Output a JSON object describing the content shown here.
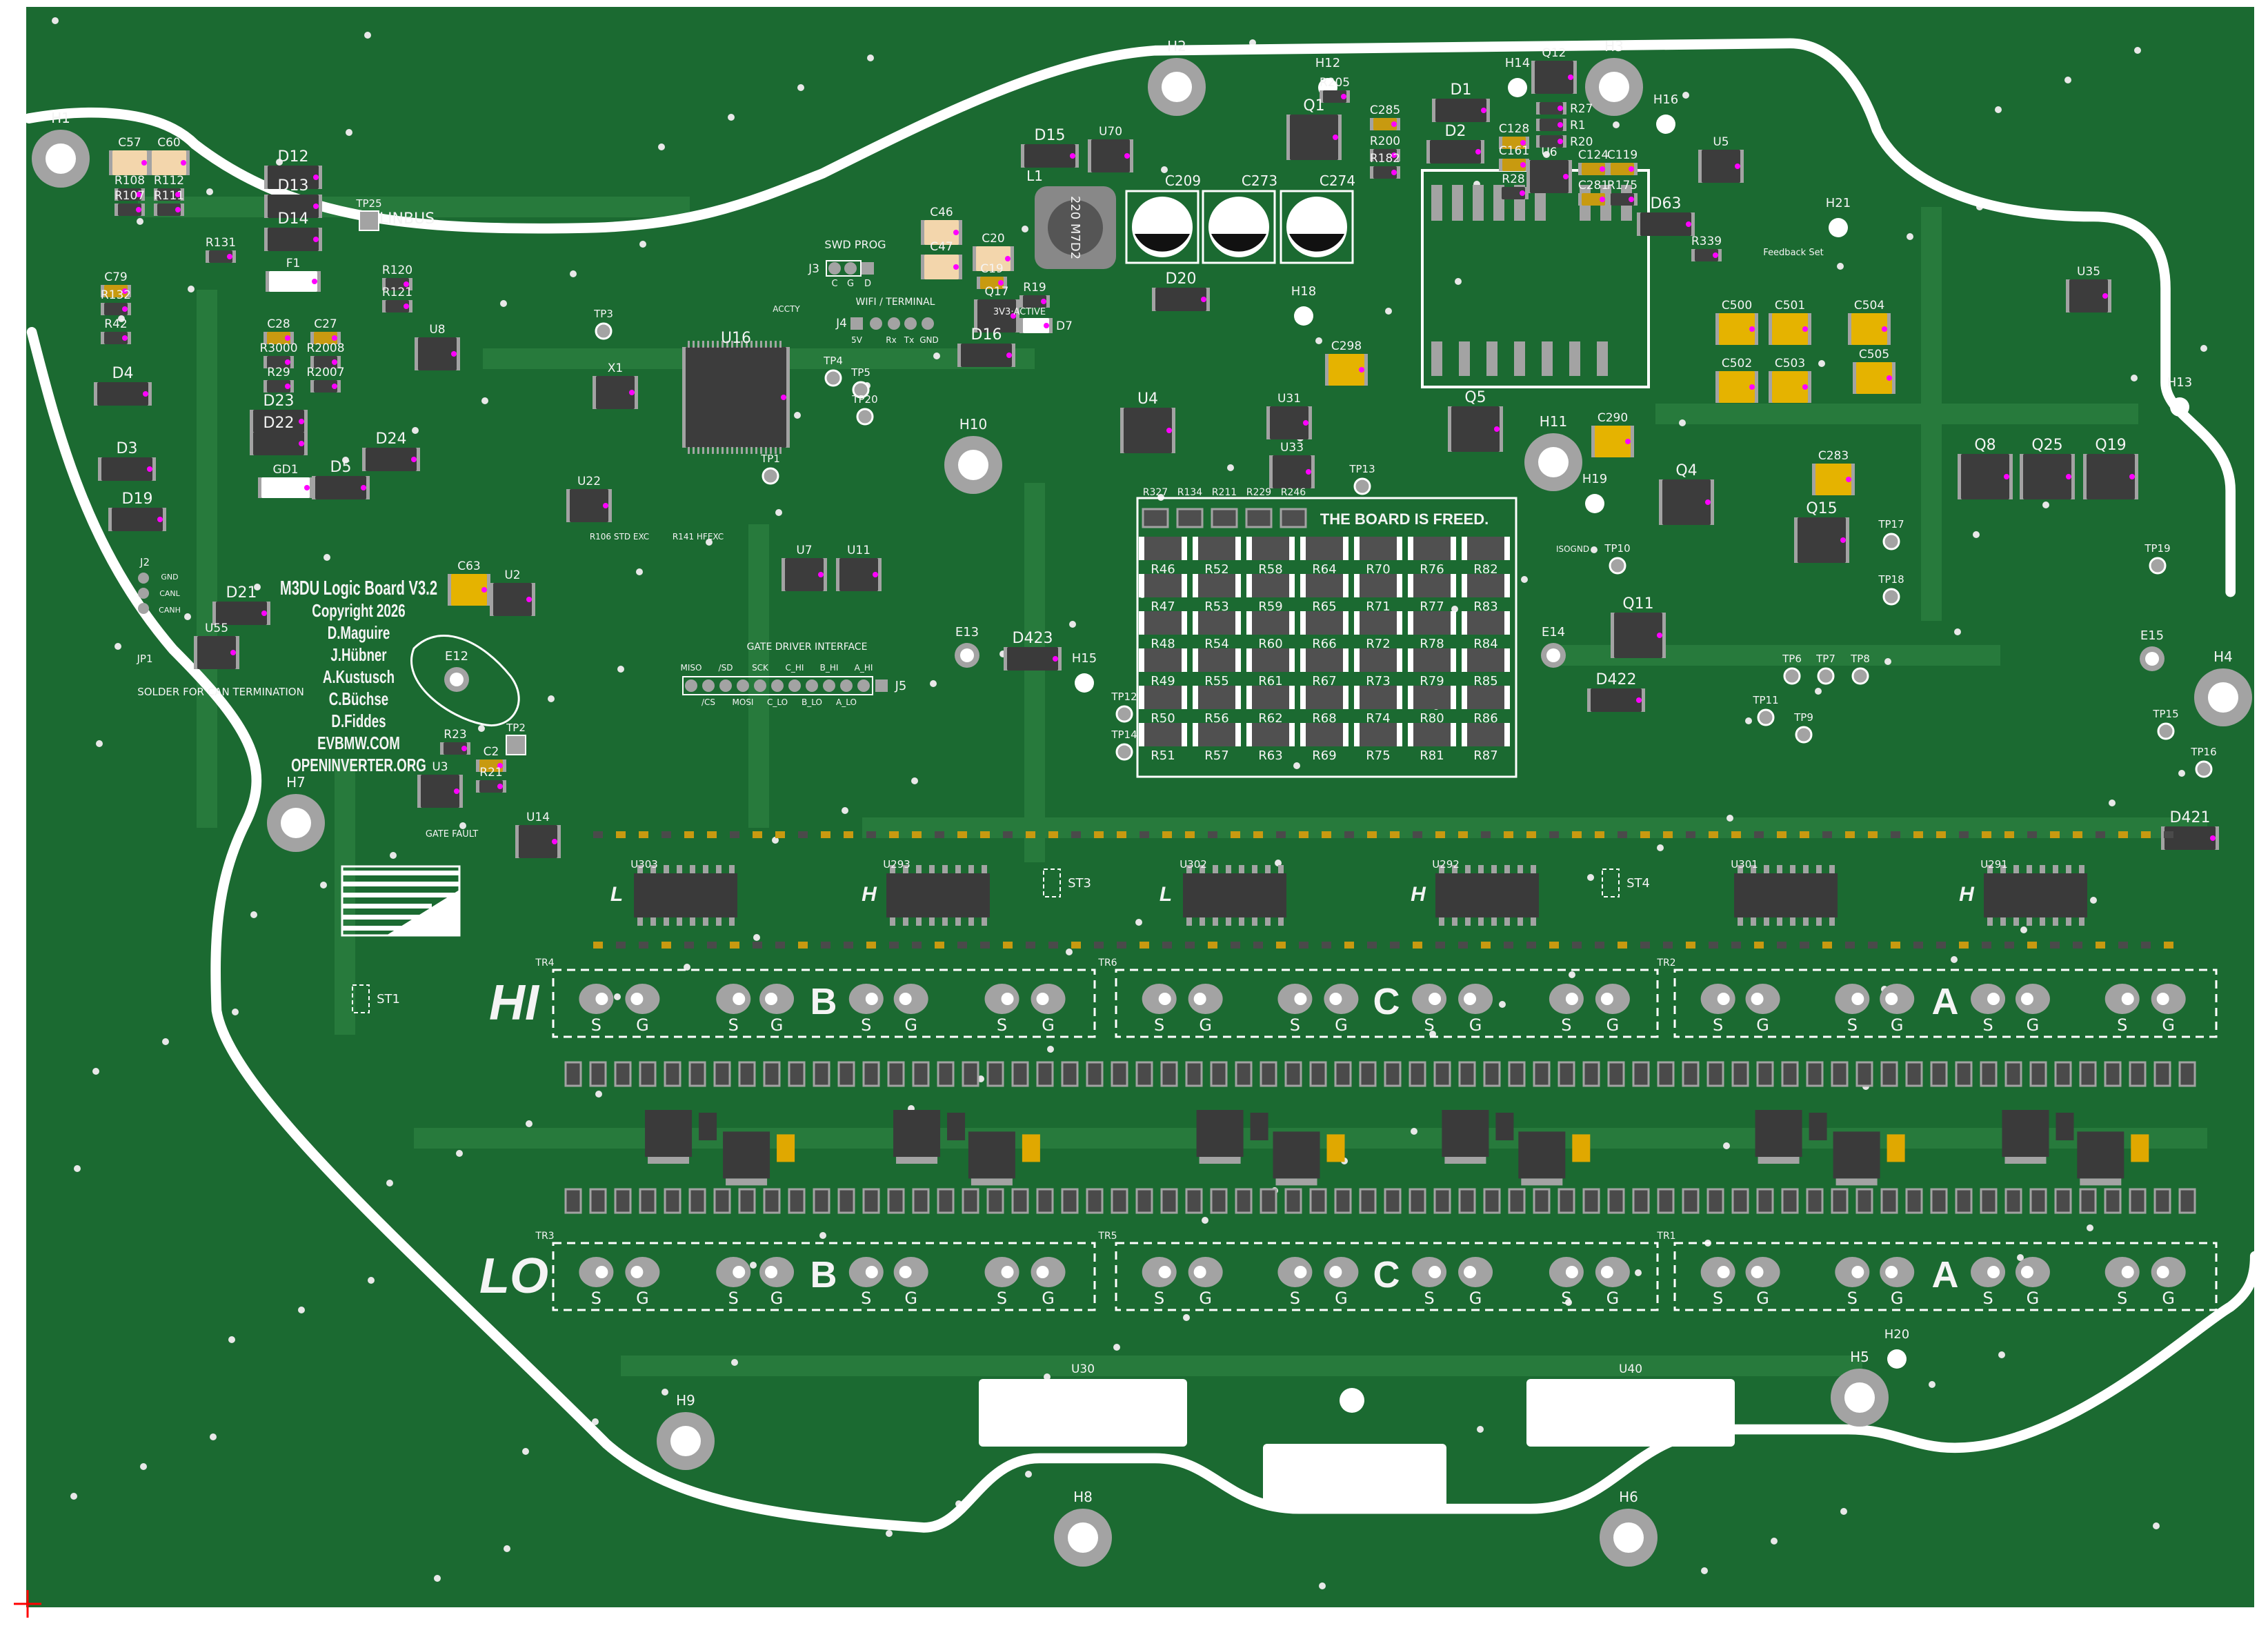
{
  "colors": {
    "board": "#1b6a31",
    "trace": "#277a3c",
    "silk": "#f4f4f4",
    "pad": "#a3a3a3",
    "body": "#4e4e4e",
    "tan": "#f3d6ac",
    "gold": "#c89a10",
    "yellow": "#f2d000",
    "marker": "#ff00ff",
    "slot": "#ffffff"
  },
  "title_block": {
    "title": "M3DU Logic Board V3.2",
    "copyright": "Copyright 2026",
    "authors": [
      "D.Maguire",
      "J.Hübner",
      "A.Kustusch",
      "C.Büchse",
      "D.Fiddes"
    ],
    "urls": [
      "EVBMW.COM",
      "OPENINVERTER.ORG"
    ]
  },
  "silkscreen": {
    "slogan": "THE BOARD IS FREED.",
    "can_note": "SOLDER FOR CAN TERMINATION",
    "linbus": "LINBUS",
    "swd": "SWD PROG",
    "swd_pins": [
      "C",
      "G",
      "D"
    ],
    "wifi": "WIFI / TERMINAL",
    "wifi_pins": [
      "5V",
      "Rx",
      "Tx",
      "GND"
    ],
    "active": "3V3·ACTIVE",
    "gate_fault": "GATE FAULT",
    "feedback": "Feedback Set",
    "accty": "ACCTY",
    "isognd": "ISOGND",
    "std_exc": "R106 STD EXC",
    "hfexc": "R141 HFEXC",
    "inductor_marking": "220 M7D2",
    "can_pins": [
      "GND",
      "CANL",
      "CANH"
    ]
  },
  "gate_driver": {
    "title": "GATE DRIVER INTERFACE",
    "ref": "J5",
    "top_pins": [
      "MISO",
      "/SD",
      "SCK",
      "C_HI",
      "B_HI",
      "A_HI"
    ],
    "bottom_pins": [
      "/CS",
      "MOSI",
      "C_LO",
      "B_LO",
      "A_LO"
    ]
  },
  "power_stage": {
    "hi_label": "HI",
    "lo_label": "LO",
    "phases": [
      "B",
      "C",
      "A"
    ],
    "pin_labels": [
      "S",
      "G"
    ],
    "driver_ics": [
      {
        "ref": "U303",
        "side": "L"
      },
      {
        "ref": "U293",
        "side": "H"
      },
      {
        "ref": "U302",
        "side": "L"
      },
      {
        "ref": "U292",
        "side": "H"
      },
      {
        "ref": "U301",
        "side": ""
      },
      {
        "ref": "U291",
        "side": "H"
      }
    ],
    "standoffs": [
      "ST3",
      "ST4",
      "ST1"
    ],
    "transformers_hi": [
      "TR4",
      "TR6",
      "TR2"
    ],
    "transformers_lo": [
      "TR3",
      "TR5",
      "TR1"
    ]
  },
  "resistor_grid": {
    "top": [
      "R327",
      "R134",
      "R211",
      "R229",
      "R246"
    ],
    "rows": [
      [
        "R46",
        "R52",
        "R58",
        "R64",
        "R70",
        "R76",
        "R82"
      ],
      [
        "R47",
        "R53",
        "R59",
        "R65",
        "R71",
        "R77",
        "R83"
      ],
      [
        "R48",
        "R54",
        "R60",
        "R66",
        "R72",
        "R78",
        "R84"
      ],
      [
        "R49",
        "R55",
        "R61",
        "R67",
        "R73",
        "R79",
        "R85"
      ],
      [
        "R50",
        "R56",
        "R62",
        "R68",
        "R74",
        "R80",
        "R86"
      ],
      [
        "R51",
        "R57",
        "R63",
        "R69",
        "R75",
        "R81",
        "R87"
      ]
    ]
  },
  "holes": [
    "H1",
    "H2",
    "H3",
    "H4",
    "H5",
    "H6",
    "H7",
    "H8",
    "H9",
    "H10",
    "H11",
    "H12",
    "H13",
    "H14",
    "H15",
    "H16",
    "H18",
    "H19",
    "H20",
    "H21"
  ],
  "electrodes": [
    "E12",
    "E13",
    "E14",
    "E15"
  ],
  "test_points": [
    "TP25",
    "TP2",
    "TP10",
    "TP12",
    "TP14",
    "TP15",
    "TP16",
    "TP17",
    "TP18",
    "TP19",
    "TP6",
    "TP7",
    "TP8",
    "TP9",
    "TP11",
    "TP1",
    "TP3",
    "TP4",
    "TP5",
    "TP20",
    "TP13"
  ],
  "components": [
    {
      "ref": "C57",
      "kind": "tan"
    },
    {
      "ref": "C60",
      "kind": "tan"
    },
    {
      "ref": "D12",
      "kind": "diode"
    },
    {
      "ref": "D13",
      "kind": "diode"
    },
    {
      "ref": "D14",
      "kind": "diode"
    },
    {
      "ref": "F1",
      "kind": "fuse"
    },
    {
      "ref": "R108",
      "kind": "res"
    },
    {
      "ref": "R112",
      "kind": "res"
    },
    {
      "ref": "R107",
      "kind": "res"
    },
    {
      "ref": "R111",
      "kind": "res"
    },
    {
      "ref": "R131",
      "kind": "res"
    },
    {
      "ref": "C79",
      "kind": "cap"
    },
    {
      "ref": "R132",
      "kind": "res"
    },
    {
      "ref": "R42",
      "kind": "res"
    },
    {
      "ref": "C28",
      "kind": "cap"
    },
    {
      "ref": "C27",
      "kind": "cap"
    },
    {
      "ref": "R3000",
      "kind": "res"
    },
    {
      "ref": "R2008",
      "kind": "res"
    },
    {
      "ref": "R29",
      "kind": "res"
    },
    {
      "ref": "R2007",
      "kind": "res"
    },
    {
      "ref": "R120",
      "kind": "res"
    },
    {
      "ref": "R121",
      "kind": "res"
    },
    {
      "ref": "U8",
      "kind": "ic"
    },
    {
      "ref": "D4",
      "kind": "diode"
    },
    {
      "ref": "D3",
      "kind": "diode"
    },
    {
      "ref": "D19",
      "kind": "diode"
    },
    {
      "ref": "D23",
      "kind": "diode"
    },
    {
      "ref": "D22",
      "kind": "diode"
    },
    {
      "ref": "GD1",
      "kind": "fuse"
    },
    {
      "ref": "D5",
      "kind": "diode"
    },
    {
      "ref": "D24",
      "kind": "diode"
    },
    {
      "ref": "D21",
      "kind": "diode"
    },
    {
      "ref": "U55",
      "kind": "ic"
    },
    {
      "ref": "U2",
      "kind": "ic"
    },
    {
      "ref": "C63",
      "kind": "yellow"
    },
    {
      "ref": "U3",
      "kind": "ic"
    },
    {
      "ref": "R23",
      "kind": "res"
    },
    {
      "ref": "C2",
      "kind": "cap"
    },
    {
      "ref": "R21",
      "kind": "res"
    },
    {
      "ref": "U22",
      "kind": "ic"
    },
    {
      "ref": "U16",
      "kind": "mcu"
    },
    {
      "ref": "X1",
      "kind": "ic"
    },
    {
      "ref": "U11",
      "kind": "ic"
    },
    {
      "ref": "U7",
      "kind": "ic"
    },
    {
      "ref": "C46",
      "kind": "tan"
    },
    {
      "ref": "C47",
      "kind": "tan"
    },
    {
      "ref": "C20",
      "kind": "tan"
    },
    {
      "ref": "C19",
      "kind": "cap"
    },
    {
      "ref": "R19",
      "kind": "res"
    },
    {
      "ref": "Q17",
      "kind": "ic"
    },
    {
      "ref": "D7",
      "kind": "led"
    },
    {
      "ref": "D16",
      "kind": "diode"
    },
    {
      "ref": "D15",
      "kind": "diode"
    },
    {
      "ref": "U70",
      "kind": "ic"
    },
    {
      "ref": "U4",
      "kind": "dpak"
    },
    {
      "ref": "U31",
      "kind": "ic"
    },
    {
      "ref": "U33",
      "kind": "ic"
    },
    {
      "ref": "Q1",
      "kind": "dpak"
    },
    {
      "ref": "R205",
      "kind": "res"
    },
    {
      "ref": "D1",
      "kind": "diode"
    },
    {
      "ref": "D2",
      "kind": "diode"
    },
    {
      "ref": "C285",
      "kind": "cap"
    },
    {
      "ref": "R200",
      "kind": "res"
    },
    {
      "ref": "R182",
      "kind": "res"
    },
    {
      "ref": "C128",
      "kind": "cap"
    },
    {
      "ref": "C161",
      "kind": "cap"
    },
    {
      "ref": "U6",
      "kind": "ic"
    },
    {
      "ref": "Q12",
      "kind": "ic"
    },
    {
      "ref": "R27",
      "kind": "res"
    },
    {
      "ref": "R1",
      "kind": "res"
    },
    {
      "ref": "R20",
      "kind": "res"
    },
    {
      "ref": "R28",
      "kind": "res"
    },
    {
      "ref": "C124",
      "kind": "cap"
    },
    {
      "ref": "C119",
      "kind": "cap"
    },
    {
      "ref": "C281",
      "kind": "cap"
    },
    {
      "ref": "R175",
      "kind": "res"
    },
    {
      "ref": "U5",
      "kind": "ic"
    },
    {
      "ref": "D63",
      "kind": "diode"
    },
    {
      "ref": "R339",
      "kind": "res"
    },
    {
      "ref": "C500",
      "kind": "yellow"
    },
    {
      "ref": "C501",
      "kind": "yellow"
    },
    {
      "ref": "C504",
      "kind": "yellow"
    },
    {
      "ref": "C502",
      "kind": "yellow"
    },
    {
      "ref": "C503",
      "kind": "yellow"
    },
    {
      "ref": "C505",
      "kind": "yellow"
    },
    {
      "ref": "U35",
      "kind": "ic"
    },
    {
      "ref": "Q5",
      "kind": "dpak"
    },
    {
      "ref": "Q4",
      "kind": "dpak"
    },
    {
      "ref": "Q15",
      "kind": "dpak"
    },
    {
      "ref": "Q11",
      "kind": "dpak"
    },
    {
      "ref": "Q8",
      "kind": "dpak"
    },
    {
      "ref": "Q25",
      "kind": "dpak"
    },
    {
      "ref": "Q19",
      "kind": "dpak"
    },
    {
      "ref": "C298",
      "kind": "yellow"
    },
    {
      "ref": "C290",
      "kind": "yellow"
    },
    {
      "ref": "C283",
      "kind": "yellow"
    },
    {
      "ref": "D20",
      "kind": "diode"
    },
    {
      "ref": "D423",
      "kind": "diode"
    },
    {
      "ref": "D422",
      "kind": "diode"
    },
    {
      "ref": "D421",
      "kind": "diode"
    },
    {
      "ref": "U14",
      "kind": "ic"
    },
    {
      "ref": "U30",
      "kind": "window"
    },
    {
      "ref": "U40",
      "kind": "window"
    }
  ],
  "electrolytics": [
    "C209",
    "C273",
    "C274"
  ],
  "inductor": "L1",
  "connectors": {
    "swd": "J3",
    "wifi": "J4",
    "can": "J2",
    "can_jumper": "JP1"
  }
}
